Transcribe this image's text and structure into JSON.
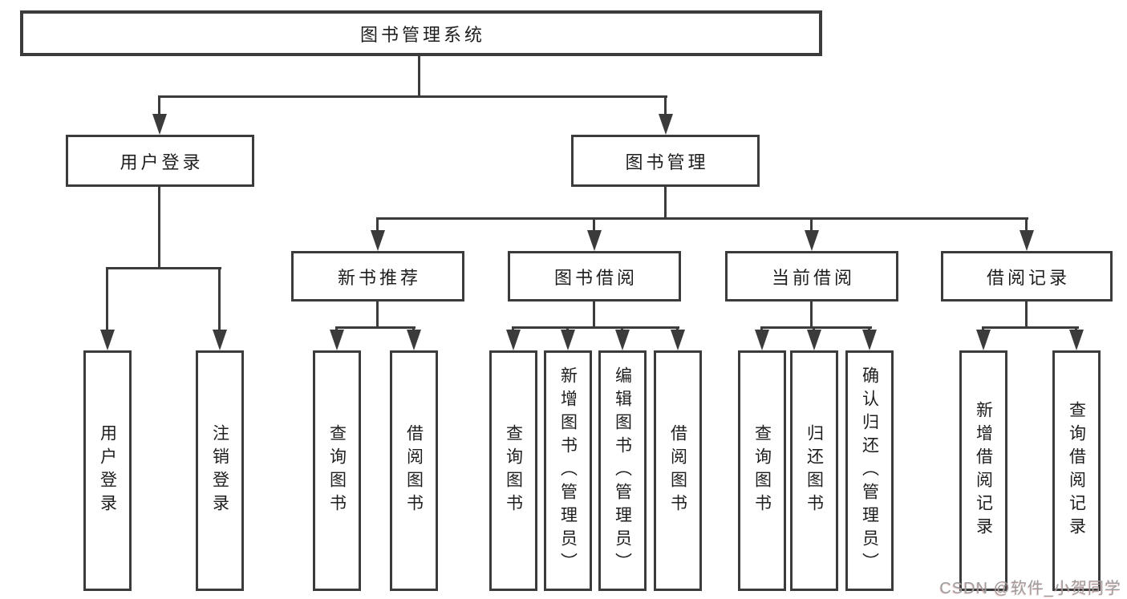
{
  "diagram": {
    "root": {
      "label": "图书管理系统"
    },
    "branches": [
      {
        "label": "用户登录",
        "children": [
          {
            "label": "用户登录"
          },
          {
            "label": "注销登录"
          }
        ]
      },
      {
        "label": "图书管理",
        "children": [
          {
            "label": "新书推荐",
            "children": [
              {
                "label": "查询图书"
              },
              {
                "label": "借阅图书"
              }
            ]
          },
          {
            "label": "图书借阅",
            "children": [
              {
                "label": "查询图书"
              },
              {
                "label": "新增图书（管理员）"
              },
              {
                "label": "编辑图书（管理员）"
              },
              {
                "label": "借阅图书"
              }
            ]
          },
          {
            "label": "当前借阅",
            "children": [
              {
                "label": "查询图书"
              },
              {
                "label": "归还图书"
              },
              {
                "label": "确认归还（管理员）"
              }
            ]
          },
          {
            "label": "借阅记录",
            "children": [
              {
                "label": "新增借阅记录"
              },
              {
                "label": "查询借阅记录"
              }
            ]
          }
        ]
      }
    ]
  },
  "watermark": {
    "text": "CSDN @软件_小贺同学"
  },
  "colors": {
    "line": "#3b3b3b",
    "text": "#1e1e1e",
    "watermark": "#9c9c9c",
    "background": "#ffffff"
  }
}
